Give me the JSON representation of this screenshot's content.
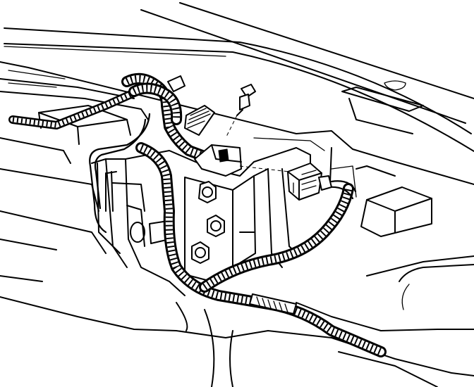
{
  "figure": {
    "kind": "line-art service illustration",
    "background_color": "#ffffff",
    "line_color": "#000000",
    "printed_labels": [],
    "components": [
      {
        "id": "wiring-harness",
        "icon": "wiring-harness-icon"
      },
      {
        "id": "electrical-connector",
        "icon": "connector-icon"
      },
      {
        "id": "harness-clip",
        "icon": "clip-icon"
      },
      {
        "id": "push-pin-retainer",
        "icon": "push-pin-icon"
      },
      {
        "id": "mounting-bracket",
        "icon": "bracket-icon"
      },
      {
        "id": "mounting-nuts",
        "icon": "nut-icon",
        "count": 3
      },
      {
        "id": "body-panel",
        "icon": "panel-icon"
      }
    ]
  }
}
